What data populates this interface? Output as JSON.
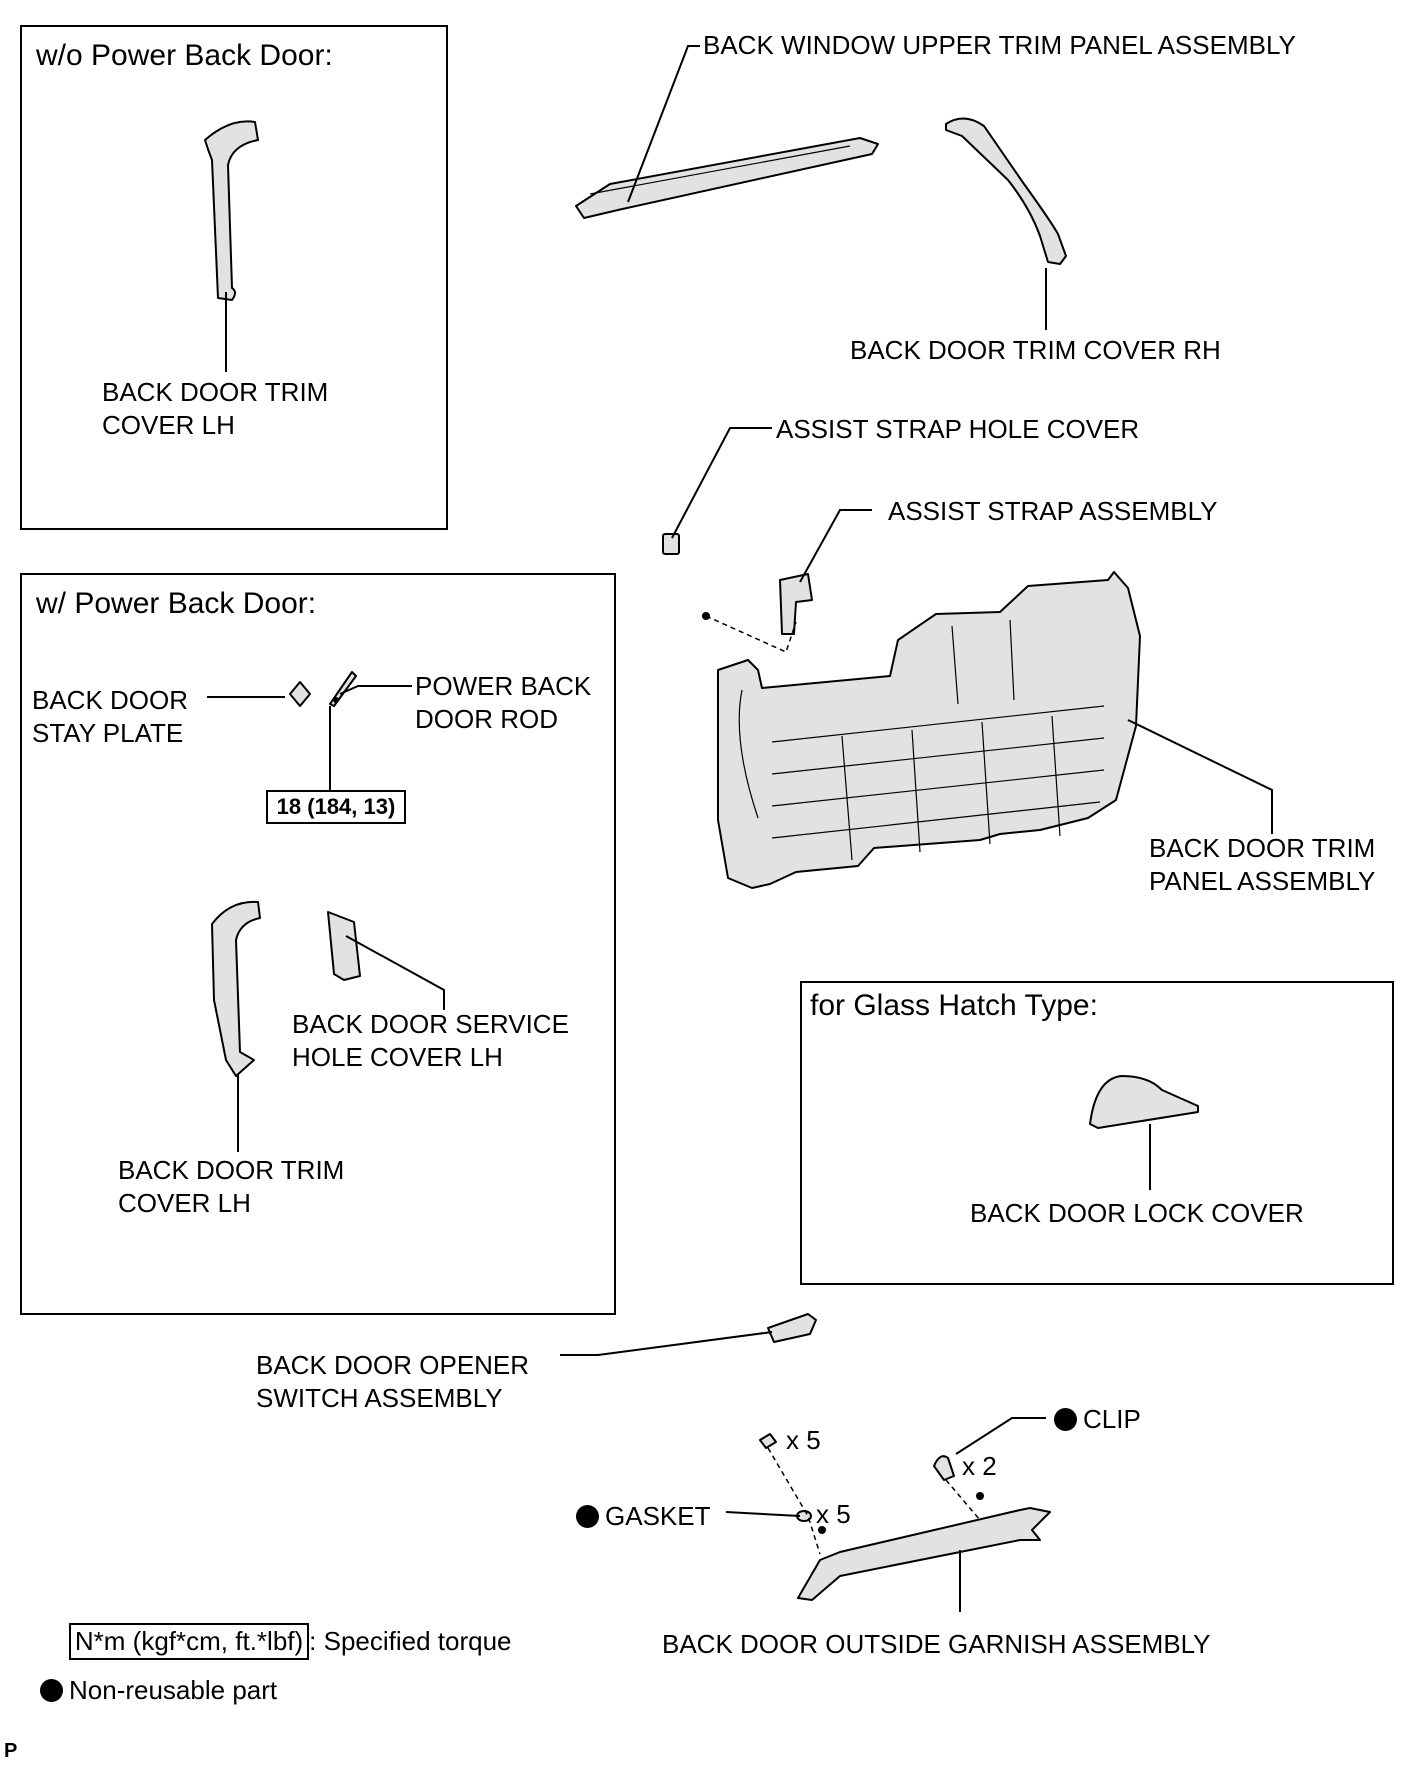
{
  "boxes": {
    "wo_power": {
      "heading": "w/o Power Back Door:",
      "part_label": "BACK DOOR TRIM\nCOVER LH"
    },
    "w_power": {
      "heading": "w/ Power Back Door:",
      "stay_plate": "BACK DOOR\nSTAY PLATE",
      "rod": "POWER BACK\nDOOR ROD",
      "torque": "18 (184, 13)",
      "service_cover": "BACK DOOR SERVICE\nHOLE COVER LH",
      "trim_cover": "BACK DOOR TRIM\nCOVER LH"
    },
    "glass_hatch": {
      "heading": "for Glass Hatch Type:",
      "part_label": "BACK DOOR LOCK COVER"
    }
  },
  "labels": {
    "upper_trim": "BACK WINDOW UPPER TRIM PANEL ASSEMBLY",
    "trim_cover_rh": "BACK DOOR TRIM COVER RH",
    "assist_hole_cover": "ASSIST STRAP HOLE COVER",
    "assist_strap": "ASSIST STRAP ASSEMBLY",
    "trim_panel": "BACK DOOR TRIM\nPANEL ASSEMBLY",
    "opener_switch": "BACK DOOR OPENER\nSWITCH ASSEMBLY",
    "clip": "CLIP",
    "clip_qty": "x 2",
    "gasket": "GASKET",
    "gasket_qty": "x 5",
    "nut_qty": "x 5",
    "garnish": "BACK DOOR OUTSIDE GARNISH ASSEMBLY"
  },
  "legend": {
    "torque_unit": "N*m (kgf*cm, ft.*lbf)",
    "torque_text": ": Specified torque",
    "nonreusable": "Non-reusable part"
  },
  "corner_mark": "P"
}
